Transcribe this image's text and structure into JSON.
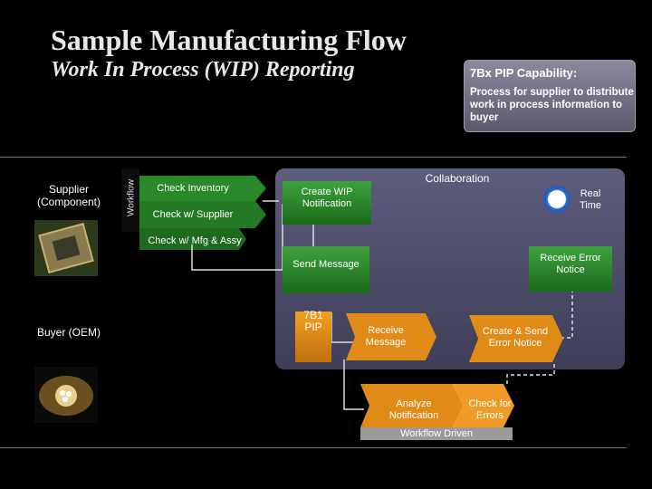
{
  "header": {
    "title": "Sample Manufacturing Flow",
    "subtitle": "Work In Process (WIP) Reporting"
  },
  "capability": {
    "title": "7Bx PIP Capability:",
    "body": "Process for supplier to distribute work in process information to buyer"
  },
  "lanes": {
    "supplier": "Supplier (Component)",
    "buyer": "Buyer (OEM)",
    "workflow": "Workflow"
  },
  "workflow_steps": {
    "check_inventory": "Check Inventory",
    "check_supplier": "Check w/ Supplier",
    "check_mfg": "Check w/ Mfg & Assy"
  },
  "collaboration": {
    "title": "Collaboration",
    "create_wip": "Create WIP Notification",
    "real_time": "Real Time",
    "send_message": "Send Message",
    "receive_error": "Receive Error Notice",
    "pip": "7B1 PIP",
    "receive_message": "Receive Message",
    "create_send_error": "Create & Send Error Notice"
  },
  "bottom": {
    "analyze": "Analyze Notification",
    "check_errors": "Check for Errors",
    "workflow_driven": "Workflow Driven"
  },
  "colors": {
    "green": "#2a8a2a",
    "orange": "#e08a18",
    "collab_panel": "#4e4e6a"
  }
}
